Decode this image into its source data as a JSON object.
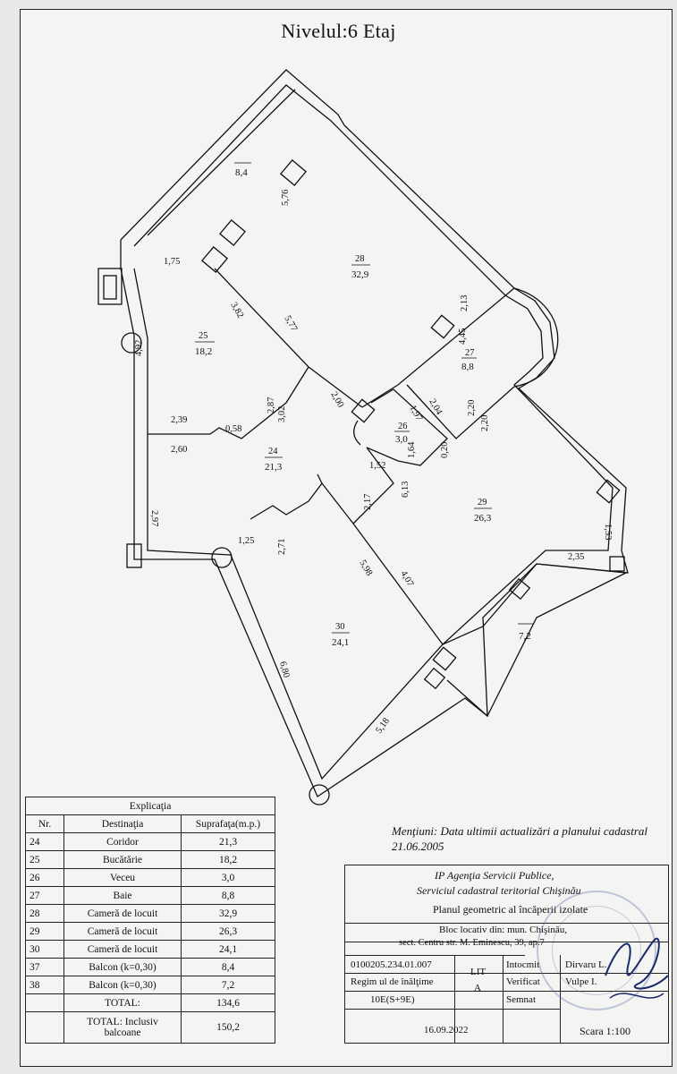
{
  "title": "Nivelul:6 Etaj",
  "rooms": [
    {
      "nr": "28",
      "area": "32,9"
    },
    {
      "nr": "25",
      "area": "18,2"
    },
    {
      "nr": "27",
      "area": "8,8"
    },
    {
      "nr": "26",
      "area": "3,0"
    },
    {
      "nr": "24",
      "area": "21,3"
    },
    {
      "nr": "29",
      "area": "26,3"
    },
    {
      "nr": "30",
      "area": "24,1"
    }
  ],
  "balcony_areas": [
    "8,4",
    "7,2"
  ],
  "dimensions": [
    "5,76",
    "1,75",
    "3,82",
    "5,77",
    "4,92",
    "2,13",
    "4,45",
    "2,87",
    "3,02",
    "2,00",
    "1,97",
    "2,04",
    "2,20",
    "2,20",
    "0,20",
    "2,39",
    "0,58",
    "2,60",
    "1,52",
    "1,64",
    "6,13",
    "2,17",
    "2,97",
    "1,25",
    "2,71",
    "5,98",
    "4,07",
    "1,53",
    "2,35",
    "6,80",
    "5,18"
  ],
  "explication": {
    "caption": "Explicaţia",
    "headers": [
      "Nr.",
      "Destinaţia",
      "Suprafaţa(m.p.)"
    ],
    "rows": [
      [
        "24",
        "Coridor",
        "21,3"
      ],
      [
        "25",
        "Bucătărie",
        "18,2"
      ],
      [
        "26",
        "Veceu",
        "3,0"
      ],
      [
        "27",
        "Baie",
        "8,8"
      ],
      [
        "28",
        "Cameră de locuit",
        "32,9"
      ],
      [
        "29",
        "Cameră de locuit",
        "26,3"
      ],
      [
        "30",
        "Cameră de locuit",
        "24,1"
      ],
      [
        "37",
        "Balcon (k=0,30)",
        "8,4"
      ],
      [
        "38",
        "Balcon (k=0,30)",
        "7,2"
      ]
    ],
    "total_label": "TOTAL:",
    "total_value": "134,6",
    "total_incl_label": "TOTAL: Inclusiv balcoane",
    "total_incl_value": "150,2"
  },
  "mentiuni": "Menţiuni: Data ultimii actualizări a planului cadastral 21.06.2005",
  "title_block": {
    "agency": "IP Agenţia Servicii Publice,",
    "service": "Serviciul cadastral teritorial Chişinău",
    "plan_title": "Planul geometric al încăperii izolate",
    "address1": "Bloc locativ din: mun. Chişinău,",
    "address2": "sect. Centru str. M. Eminescu, 39, ap.7",
    "cadastral_code": "0100205.234.01.007",
    "lit_label": "LIT",
    "lit_value": "A",
    "regime_label": "Regim ul de înălţime",
    "regime_value": "10E(S+9E)",
    "date": "16.09.2022",
    "intocmit_label": "Intocmit",
    "intocmit_name": "Dirvaru L.",
    "verificat_label": "Verificat",
    "verificat_name": "Vulpe I.",
    "semnat_label": "Semnat",
    "scale": "Scara 1:100"
  }
}
